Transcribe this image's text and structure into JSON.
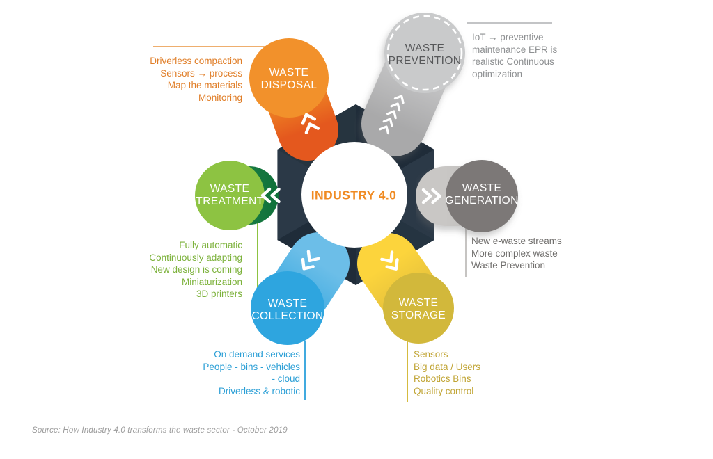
{
  "title": "INDUSTRY 4.0",
  "title_color": "#F08A21",
  "hexagon_color": "#2B3947",
  "source": "Source: How Industry 4.0 transforms the waste sector - October 2019",
  "nodes": {
    "disposal": {
      "label": [
        "WASTE",
        "DISPOSAL"
      ],
      "color": "#F2912B",
      "notes": [
        "Driverless compaction",
        "Sensors → process",
        "Map the materials",
        "Monitoring"
      ]
    },
    "prevention": {
      "label": [
        "WASTE",
        "PREVENTION"
      ],
      "color": "#C9CACB",
      "notes": [
        "IoT →  preventive",
        "maintenance EPR is",
        "realistic Continuous",
        "optimization"
      ]
    },
    "generation": {
      "label": [
        "WASTE",
        "GENERATION"
      ],
      "color": "#7B7877",
      "notes": [
        "New e-waste streams",
        "More complex waste",
        "Waste Prevention"
      ]
    },
    "storage": {
      "label": [
        "WASTE",
        "STORAGE"
      ],
      "color": "#D2B83B",
      "notes": [
        "Sensors",
        "Big data / Users",
        "Robotics Bins",
        "Quality control"
      ]
    },
    "collection": {
      "label": [
        "WASTE",
        "COLLECTION"
      ],
      "color": "#2EA5DF",
      "notes": [
        "On demand services",
        "People - bins - vehicles",
        "- cloud",
        "Driverless & robotic"
      ]
    },
    "treatment": {
      "label": [
        "WASTE",
        "TREATMENT"
      ],
      "color": "#8DC342",
      "notes": [
        "Fully automatic",
        "Continuously adapting",
        "New design is coming",
        "Miniaturization",
        "3D printers"
      ]
    }
  }
}
